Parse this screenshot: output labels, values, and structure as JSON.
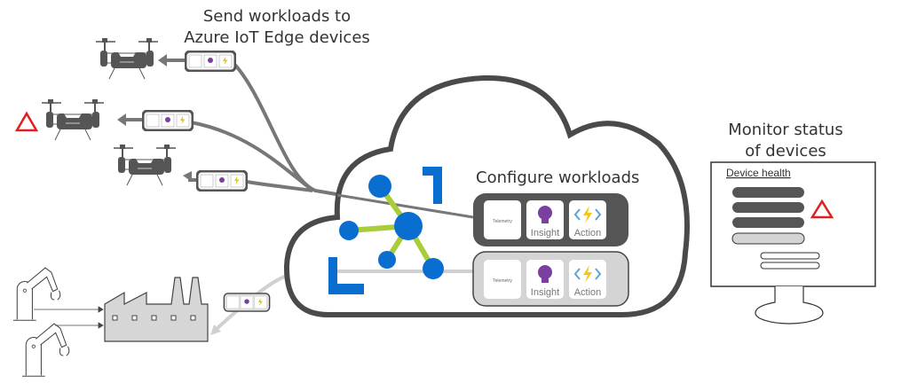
{
  "labels": {
    "send_line1": "Send workloads to",
    "send_line2": "Azure IoT Edge devices",
    "configure": "Configure workloads",
    "monitor_line1": "Monitor status",
    "monitor_line2": "of devices",
    "device_health": "Device health"
  },
  "workload_modules": [
    {
      "telemetry": "Telemetry",
      "insight": "Insight",
      "action": "Action",
      "style": "dark"
    },
    {
      "telemetry": "Telemetry",
      "insight": "Insight",
      "action": "Action",
      "style": "light"
    }
  ],
  "colors": {
    "azure_blue": "#0a6ed1",
    "link_green": "#a8cc3a",
    "warning_red": "#e02020",
    "insight_purple": "#7b3fa0",
    "action_yellow": "#f5c518",
    "outline_gray": "#4a4a4a"
  },
  "icons": [
    "drone-icon",
    "warning-icon",
    "factory-icon",
    "robot-arm-icon",
    "iot-hub-icon",
    "monitor-icon",
    "lightbulb-icon",
    "function-bolt-icon"
  ]
}
